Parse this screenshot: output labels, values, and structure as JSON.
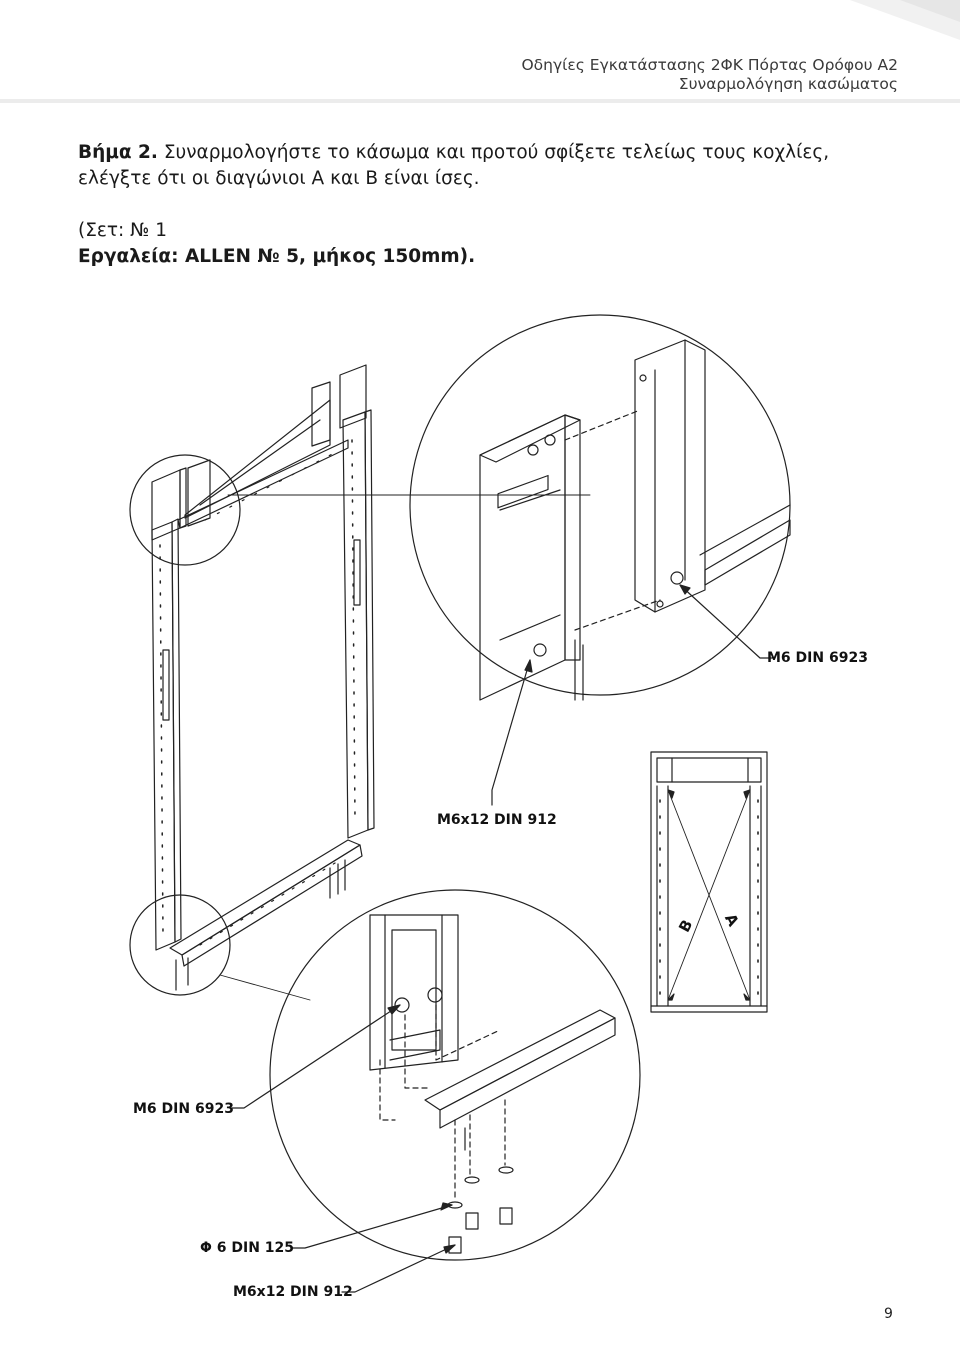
{
  "header": {
    "line1": "Οδηγίες Εγκατάστασης 2ΦΚ Πόρτας Ορόφου Α2",
    "line2": "Συναρμολόγηση κασώματος"
  },
  "instruction": {
    "step_label": "Βήμα 2.",
    "text": " Συναρμολογήστε το κάσωμα και προτού σφίξετε τελείως τους κοχλίες, ελέγξτε ότι οι διαγώνιοι Α και Β είναι ίσες."
  },
  "set": {
    "line1": "(Σετ: № 1",
    "tools": "Εργαλεία: ALLEN № 5, μήκος 150mm)."
  },
  "callouts": {
    "top_nut": "M6 DIN 6923",
    "top_bolt": "M6x12 DIN 912",
    "bottom_nut": "M6 DIN 6923",
    "washer": "Φ 6 DIN 125",
    "bottom_bolt": "M6x12 DIN 912"
  },
  "diagonals": {
    "a": "A",
    "b": "B"
  },
  "page_number": "9",
  "colors": {
    "line": "#222222",
    "header_text": "#3a3a3a",
    "corner_gray": "#eeeeee"
  }
}
